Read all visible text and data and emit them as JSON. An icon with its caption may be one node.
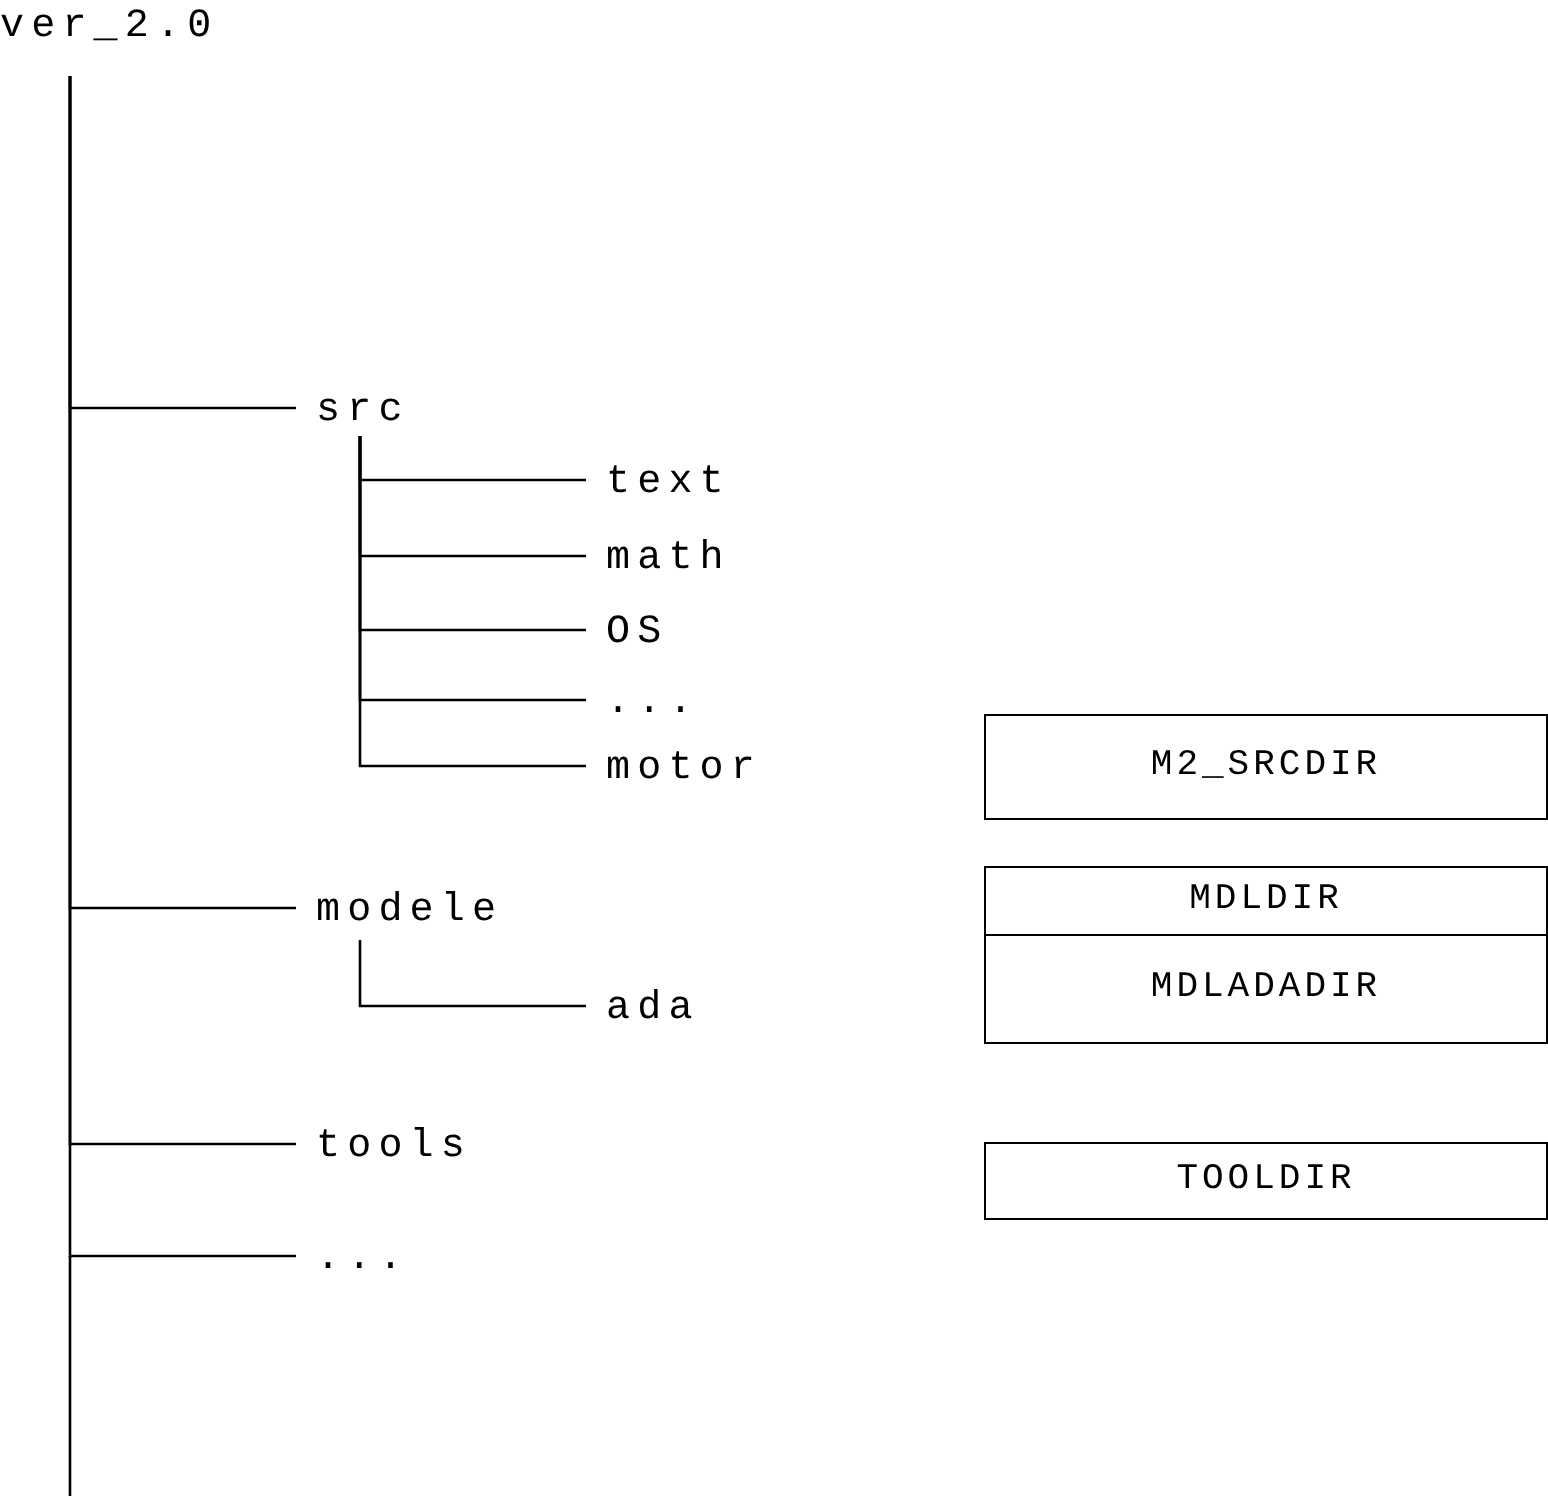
{
  "diagram": {
    "nodes": [
      {
        "text": [
          "ver_2.0"
        ]
      },
      {
        "text": [
          "src"
        ]
      },
      {
        "text": [
          "text"
        ]
      },
      {
        "text": [
          "math"
        ]
      },
      {
        "text": [
          "OS"
        ]
      },
      {
        "text": [
          "..."
        ]
      },
      {
        "text": [
          "motor"
        ]
      },
      {
        "text": [
          "modele"
        ]
      },
      {
        "text": [
          "ada"
        ]
      },
      {
        "text": [
          "tools"
        ]
      },
      {
        "text": [
          "..."
        ]
      },
      {
        "text": [
          "M2_SRCDIR"
        ]
      },
      {
        "text": [
          "MDLDIR"
        ]
      },
      {
        "text": [
          "MDLADADIR"
        ]
      },
      {
        "text": [
          "TOOLDIR"
        ]
      }
    ],
    "edges": [
      {
        "from": 0,
        "to": 1,
        "arrow": "none"
      },
      {
        "from": 1,
        "to": 2,
        "arrow": "none"
      },
      {
        "from": 1,
        "to": 3,
        "arrow": "none"
      },
      {
        "from": 1,
        "to": 4,
        "arrow": "none"
      },
      {
        "from": 1,
        "to": 5,
        "arrow": "none"
      },
      {
        "from": 1,
        "to": 6,
        "arrow": "none"
      },
      {
        "from": 0,
        "to": 7,
        "arrow": "none"
      },
      {
        "from": 7,
        "to": 8,
        "arrow": "none"
      },
      {
        "from": 0,
        "to": 9,
        "arrow": "none"
      },
      {
        "from": 0,
        "to": 10,
        "arrow": "none"
      }
    ]
  }
}
